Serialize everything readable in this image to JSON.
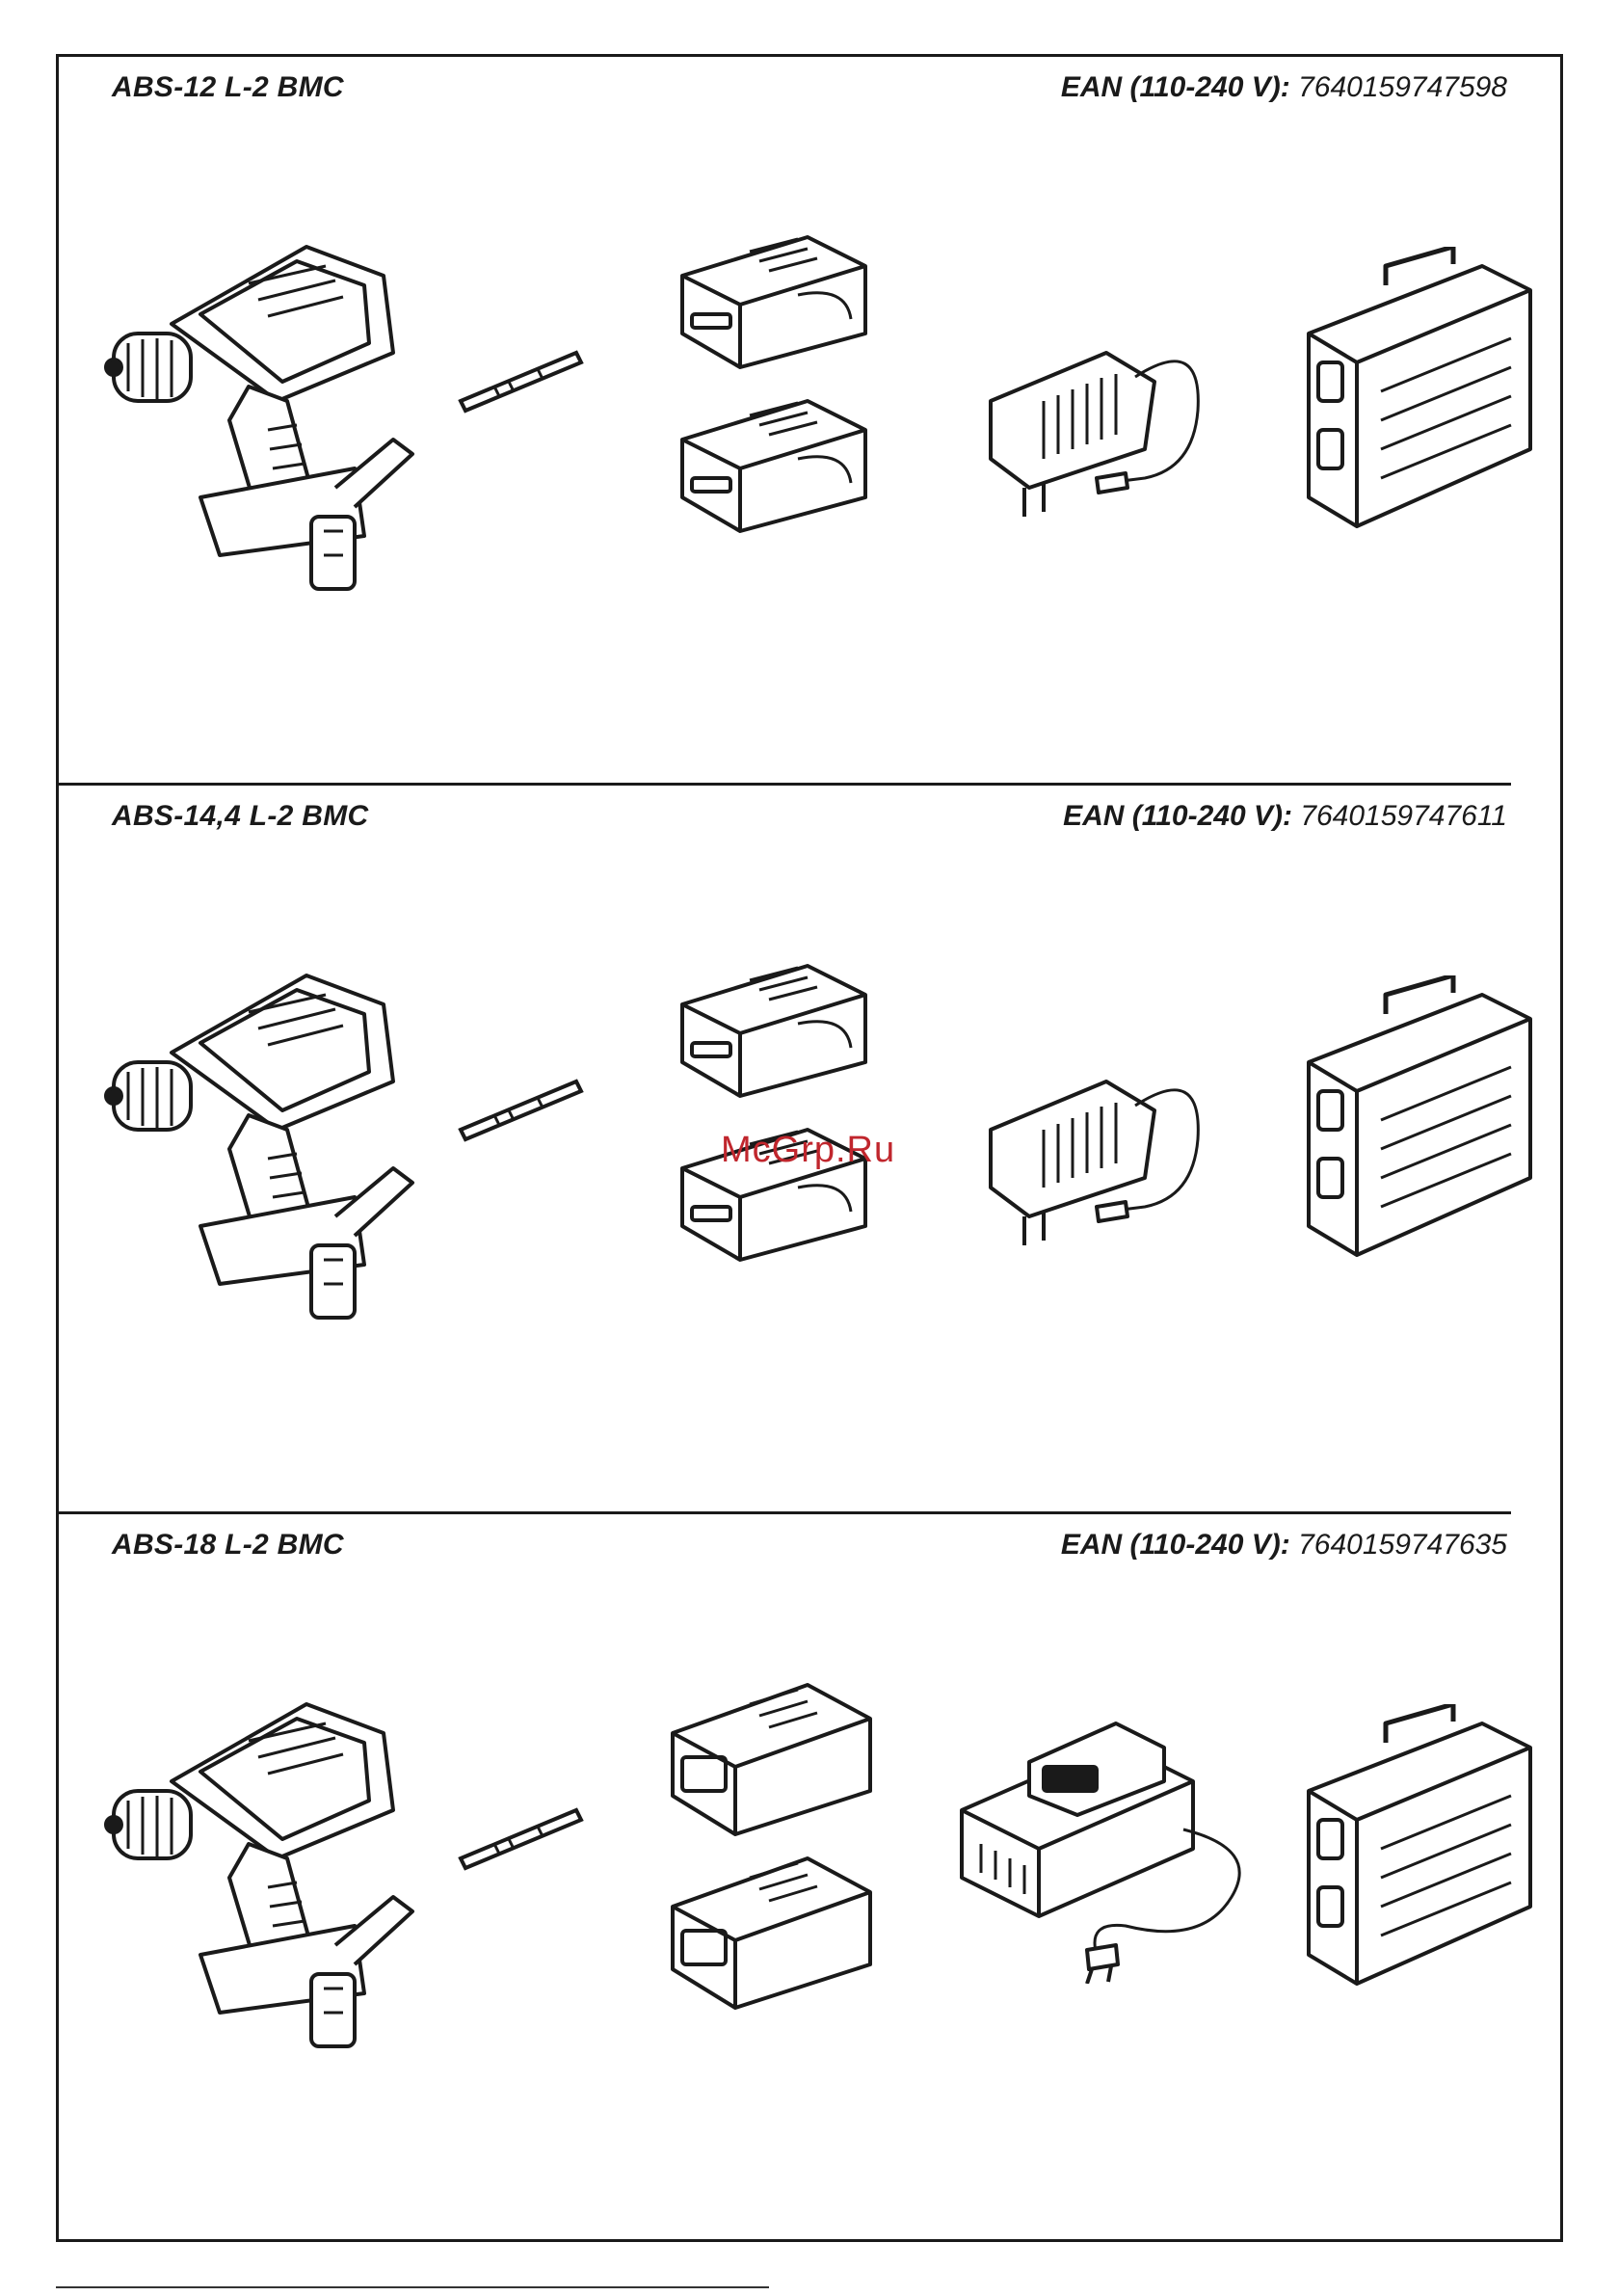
{
  "sections": [
    {
      "model": "ABS-12 L-2 BMC",
      "ean_label": "EAN (110-240 V):",
      "ean_value": "7640159747598",
      "charger": "adapter"
    },
    {
      "model": "ABS-14,4 L-2 BMC",
      "ean_label": "EAN (110-240 V):",
      "ean_value": "7640159747611",
      "charger": "adapter"
    },
    {
      "model": "ABS-18 L-2 BMC",
      "ean_label": "EAN (110-240 V):",
      "ean_value": "7640159747635",
      "charger": "dock"
    }
  ],
  "watermark": "McGrp.Ru",
  "colors": {
    "line": "#1a1a1a",
    "watermark": "#c0262d"
  }
}
